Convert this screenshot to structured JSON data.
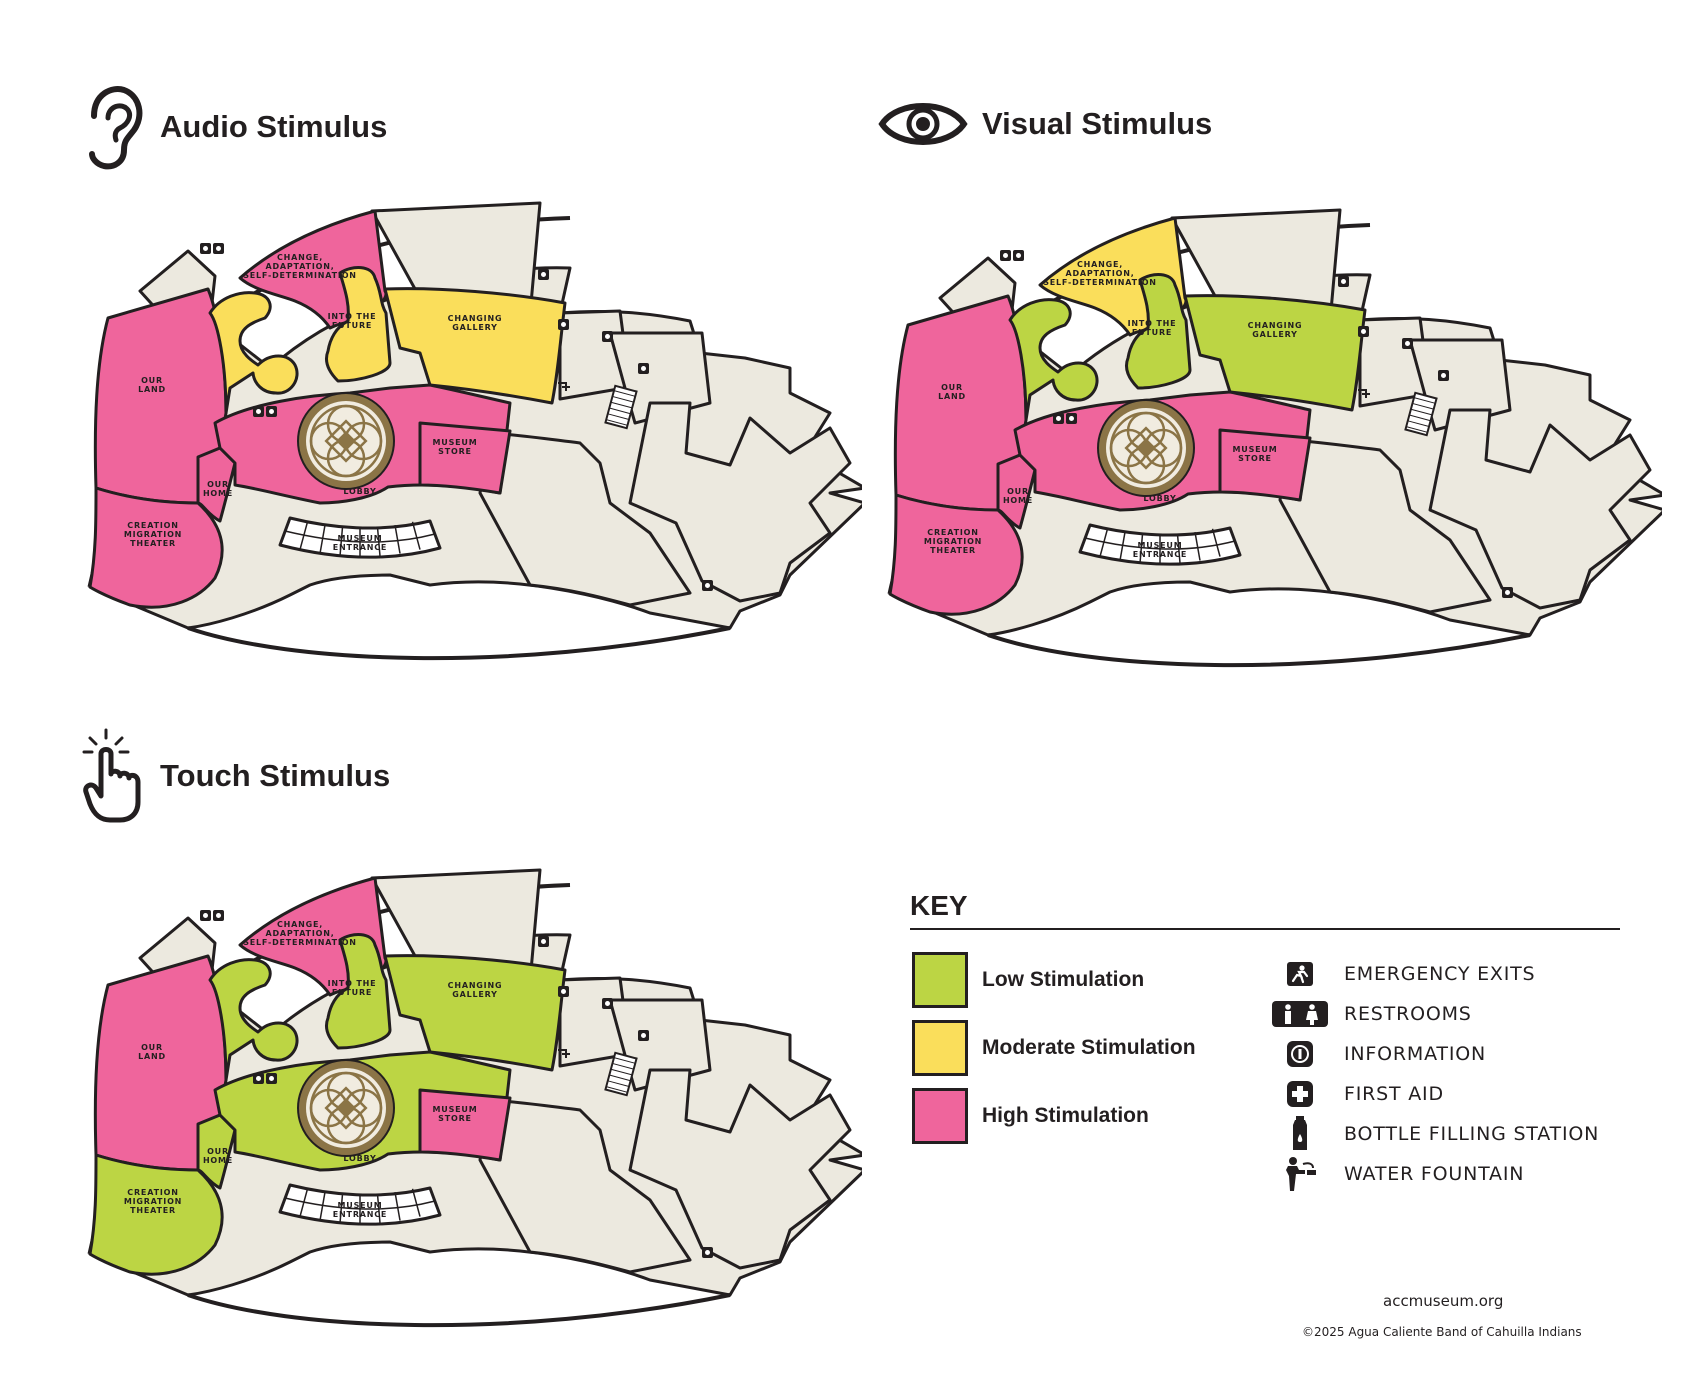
{
  "colors": {
    "low": "#bcd544",
    "moderate": "#fade5b",
    "high": "#ef659c",
    "other": "#ece9df",
    "outline": "#231f20",
    "lobby_gold": "#8b7446"
  },
  "maps": [
    {
      "title": "Audio Stimulus",
      "icon": "ear-icon",
      "zones": {
        "our_land": "high",
        "creation": "high",
        "our_home": "high",
        "change": "high",
        "yellow_loop": "moderate",
        "into_future": "moderate",
        "changing": "moderate",
        "museum_store": "high",
        "lobby_band": "high"
      }
    },
    {
      "title": "Visual Stimulus",
      "icon": "eye-icon",
      "zones": {
        "our_land": "high",
        "creation": "high",
        "our_home": "high",
        "change": "moderate",
        "yellow_loop": "low",
        "into_future": "low",
        "changing": "low",
        "museum_store": "high",
        "lobby_band": "high"
      }
    },
    {
      "title": "Touch Stimulus",
      "icon": "touch-hand-icon",
      "zones": {
        "our_land": "high",
        "creation": "low",
        "our_home": "low",
        "change": "high",
        "yellow_loop": "low",
        "into_future": "low",
        "changing": "low",
        "museum_store": "high",
        "lobby_band": "low"
      }
    }
  ],
  "labels": {
    "change": [
      "CHANGE,",
      "ADAPTATION,",
      "SELF-DETERMINATION"
    ],
    "into_future": [
      "INTO THE",
      "FUTURE"
    ],
    "changing": [
      "CHANGING",
      "GALLERY"
    ],
    "our_land": [
      "OUR",
      "LAND"
    ],
    "our_home": [
      "OUR",
      "HOME"
    ],
    "museum_store": [
      "MUSEUM",
      "STORE"
    ],
    "lobby": [
      "LOBBY"
    ],
    "creation": [
      "CREATION",
      "MIGRATION",
      "THEATER"
    ],
    "entrance": [
      "MUSEUM",
      "ENTRANCE"
    ]
  },
  "key": {
    "title": "KEY",
    "levels": [
      {
        "label": "Low Stimulation",
        "color": "#bcd544"
      },
      {
        "label": "Moderate Stimulation",
        "color": "#fade5b"
      },
      {
        "label": "High Stimulation",
        "color": "#ef659c"
      }
    ],
    "amenities": [
      {
        "label": "EMERGENCY EXITS",
        "icon": "emergency-exit-icon"
      },
      {
        "label": "RESTROOMS",
        "icon": "restroom-icon"
      },
      {
        "label": "INFORMATION",
        "icon": "information-icon"
      },
      {
        "label": "FIRST AID",
        "icon": "first-aid-icon"
      },
      {
        "label": "BOTTLE FILLING STATION",
        "icon": "bottle-filling-icon"
      },
      {
        "label": "WATER FOUNTAIN",
        "icon": "water-fountain-icon"
      }
    ]
  },
  "footer": {
    "website": "accmuseum.org",
    "copyright": "©2025 Agua Caliente Band of Cahuilla Indians"
  }
}
